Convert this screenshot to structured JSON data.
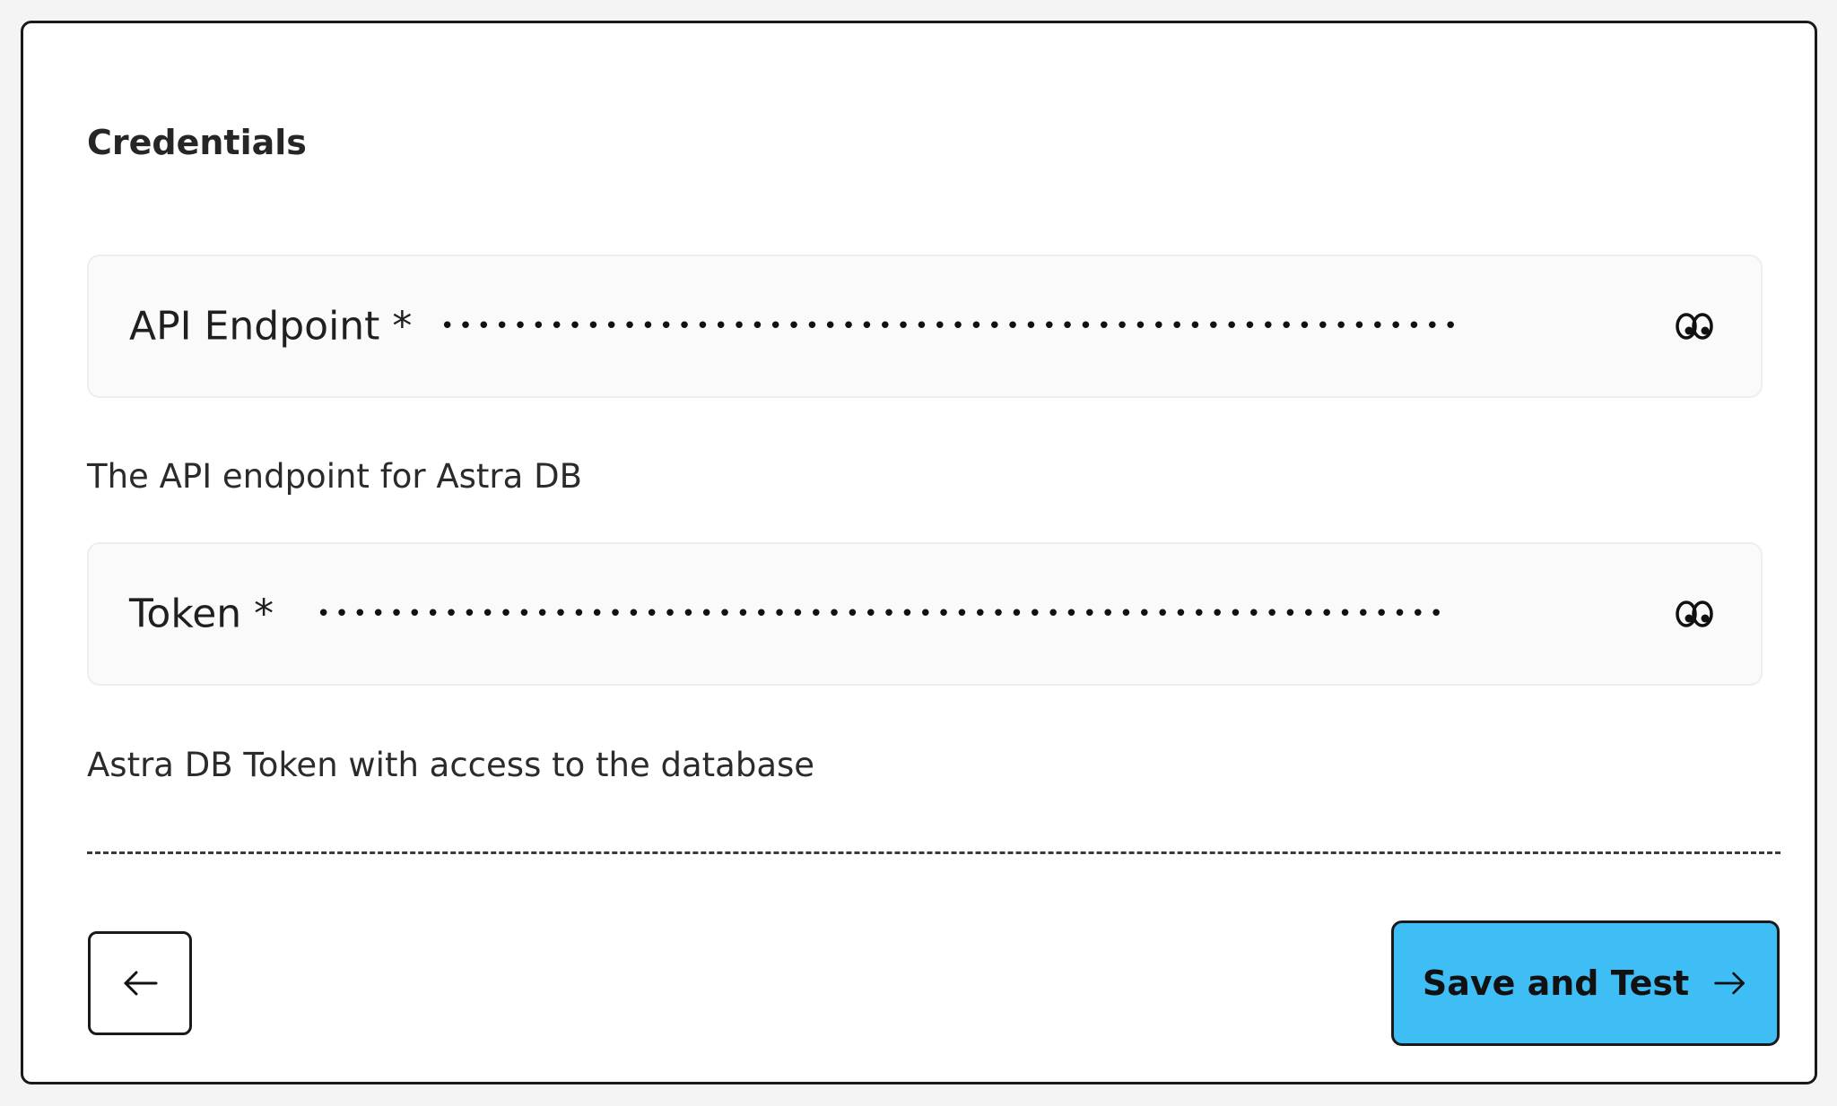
{
  "form": {
    "title": "Credentials",
    "fields": [
      {
        "label": "API Endpoint *",
        "value": "••••••••••••••••••••••••••••••••••••••••••••••••••••••••",
        "type": "password",
        "toggle_icon": "eye-icon",
        "helper": "The API endpoint for Astra DB"
      },
      {
        "label": "Token *",
        "value": "••••••••••••••••••••••••••••••••••••••••••••••••••••••••••••••",
        "type": "password",
        "toggle_icon": "eye-icon",
        "helper": "Astra DB Token with access to the database"
      }
    ]
  },
  "actions": {
    "back_icon": "arrow-left-icon",
    "submit_label": "Save and Test",
    "submit_icon": "arrow-right-icon"
  },
  "colors": {
    "primary": "#3fbdf5",
    "border": "#1a1a1a",
    "field_bg": "#fafafa"
  }
}
